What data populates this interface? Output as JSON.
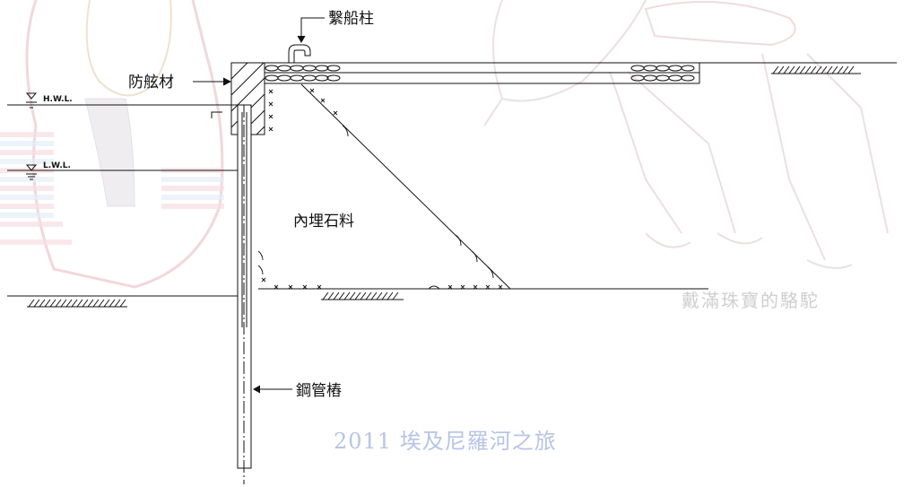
{
  "labels": {
    "bollard": "繫船柱",
    "fender": "防舷材",
    "backfill": "內埋石料",
    "steel_pile": "鋼管樁",
    "hwl": "H.W.L.",
    "lwl": "L.W.L."
  },
  "watermark": {
    "caption": "戴滿珠寶的駱駝",
    "footer": "2011 埃及尼羅河之旅"
  },
  "colors": {
    "line": "#111111",
    "watermark_text": "#b7c4e6",
    "watermark_caption": "#cfcfcf",
    "watermark_art": "#d9c8c8",
    "watermark_red": "#f2c6cc",
    "watermark_blue": "#cfe0f0"
  },
  "icons": [
    "water-level-triangle-icon",
    "ground-hatch-icon",
    "fender-hatch-icon",
    "bollard-icon"
  ]
}
